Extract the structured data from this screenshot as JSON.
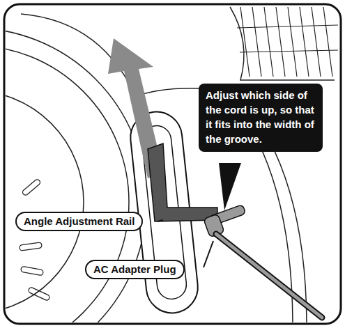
{
  "diagram": {
    "nodes": [
      {
        "text": [
          "Adjust which side of the cord is up, so that it fits into the width of the groove."
        ]
      },
      {
        "text": [
          "Angle Adjustment Rail"
        ]
      },
      {
        "text": [
          "AC Adapter Plug"
        ]
      }
    ]
  }
}
